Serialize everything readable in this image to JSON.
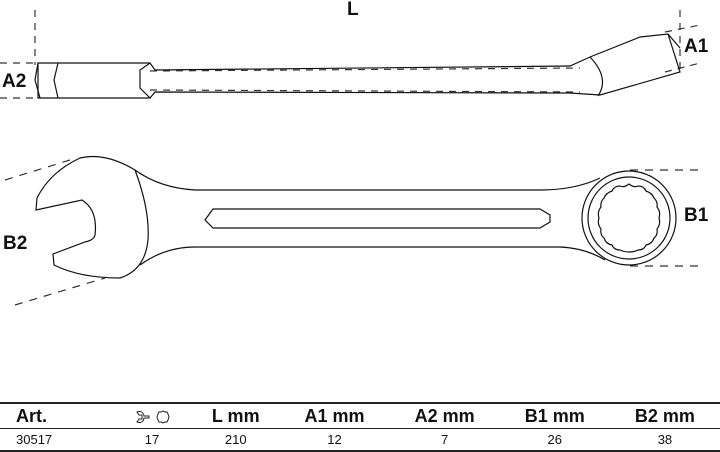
{
  "diagram": {
    "labels": {
      "length": "L",
      "a1": "A1",
      "a2": "A2",
      "b1": "B1",
      "b2": "B2"
    },
    "icons": [
      "open-end-wrench-icon",
      "ring-12-point-icon"
    ]
  },
  "specs_table": {
    "headers": [
      "Art.",
      "",
      "L mm",
      "A1 mm",
      "A2 mm",
      "B1 mm",
      "B2 mm"
    ],
    "rows": [
      [
        "30517",
        "17",
        "210",
        "12",
        "7",
        "26",
        "38"
      ]
    ]
  }
}
